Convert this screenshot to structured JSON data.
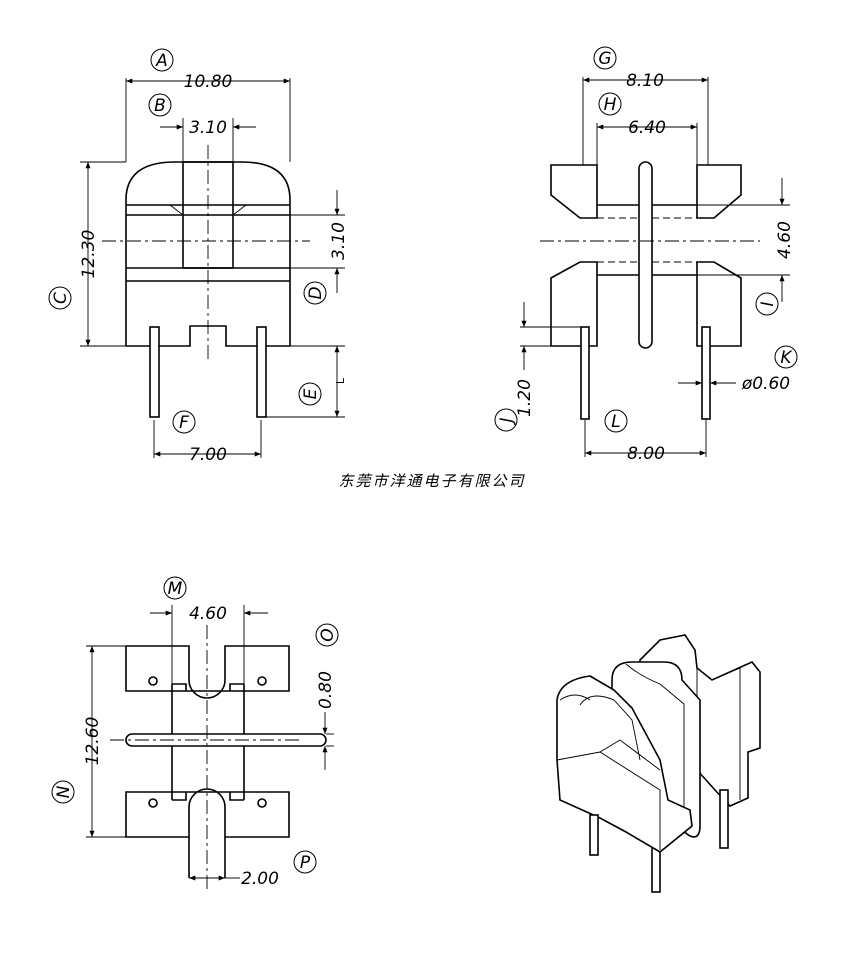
{
  "dimensions": {
    "A": "10.80",
    "B": "3.10",
    "C": "12.30",
    "D": "3.10",
    "E": "L",
    "F": "7.00",
    "G": "8.10",
    "H": "6.40",
    "I": "4.60",
    "J": "1.20",
    "K": "ø0.60",
    "L": "8.00",
    "M": "4.60",
    "N": "12.60",
    "O": "0.80",
    "P": "2.00"
  },
  "labels": [
    "A",
    "B",
    "C",
    "D",
    "E",
    "F",
    "G",
    "H",
    "I",
    "J",
    "K",
    "L",
    "M",
    "N",
    "O",
    "P"
  ],
  "watermark": "东莞市洋通电子有限公司"
}
